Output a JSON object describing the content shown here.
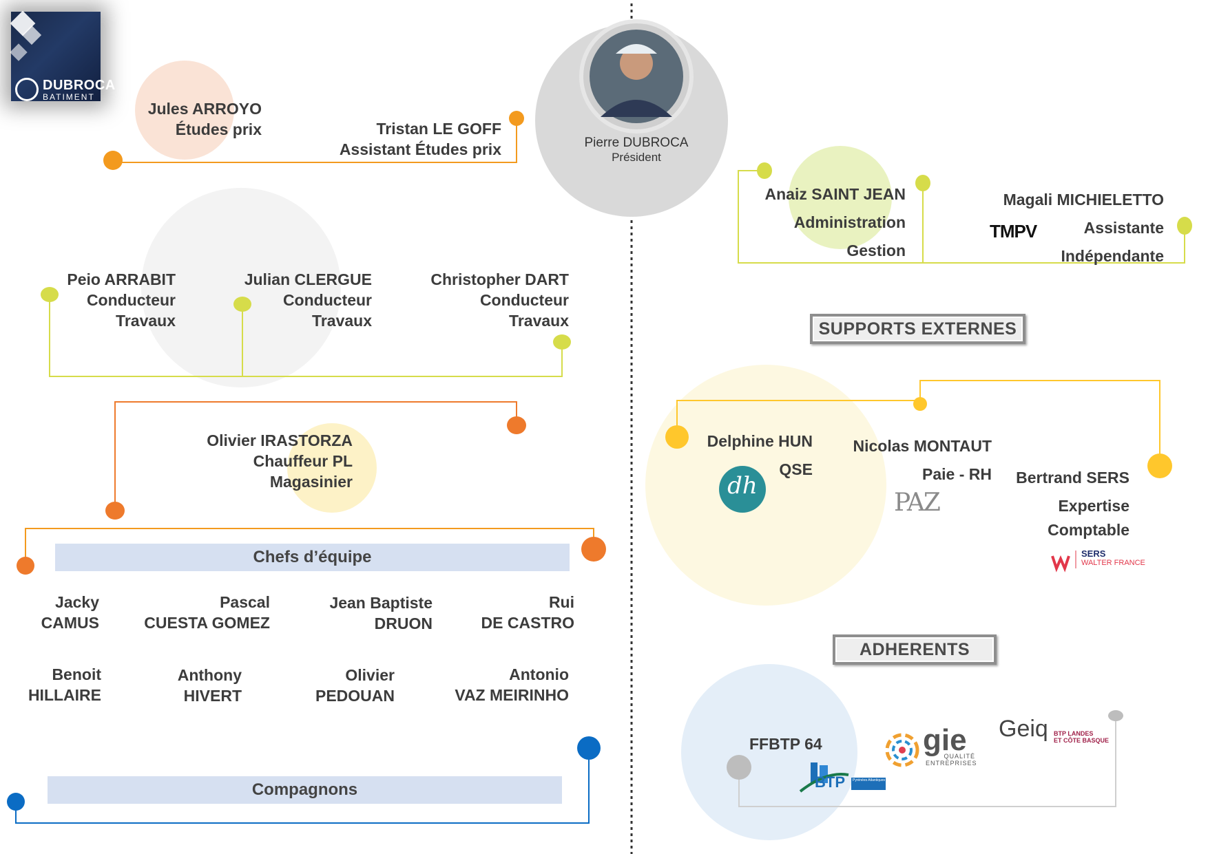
{
  "company": {
    "logo_name": "DUBROCA",
    "logo_sub": "BATIMENT"
  },
  "president": {
    "name": "Pierre DUBROCA",
    "title": "Président"
  },
  "estimating": {
    "jules": {
      "name": "Jules ARROYO",
      "role": "Études prix"
    },
    "tristan": {
      "name": "Tristan LE GOFF",
      "role": "Assistant Études prix"
    }
  },
  "admin": {
    "anaiz": {
      "name": "Anaiz SAINT JEAN",
      "role1": "Administration",
      "role2": "Gestion"
    },
    "magali": {
      "name": "Magali MICHIELETTO",
      "role1": "Assistante",
      "role2": "Indépendante",
      "logo": "TMPV"
    }
  },
  "conducteurs": [
    {
      "name": "Peio ARRABIT",
      "role1": "Conducteur",
      "role2": "Travaux"
    },
    {
      "name": "Julian CLERGUE",
      "role1": "Conducteur",
      "role2": "Travaux"
    },
    {
      "name": "Christopher DART",
      "role1": "Conducteur",
      "role2": "Travaux"
    }
  ],
  "olivier": {
    "name": "Olivier IRASTORZA",
    "role1": "Chauffeur PL",
    "role2": "Magasinier"
  },
  "chefs": {
    "label": "Chefs d’équipe",
    "people": [
      {
        "first": "Jacky",
        "last": "CAMUS"
      },
      {
        "first": "Pascal",
        "last": "CUESTA GOMEZ"
      },
      {
        "first": "Jean Baptiste",
        "last": "DRUON"
      },
      {
        "first": "Rui",
        "last": "DE CASTRO"
      },
      {
        "first": "Benoit",
        "last": "HILLAIRE"
      },
      {
        "first": "Anthony",
        "last": "HIVERT"
      },
      {
        "first": "Olivier",
        "last": "PEDOUAN"
      },
      {
        "first": "Antonio",
        "last": "VAZ MEIRINHO"
      }
    ]
  },
  "compagnons": {
    "label": "Compagnons"
  },
  "supports": {
    "header": "SUPPORTS EXTERNES",
    "delphine": {
      "name": "Delphine HUN",
      "role": "QSE",
      "logo": "dh"
    },
    "nicolas": {
      "name": "Nicolas MONTAUT",
      "role": "Paie - RH",
      "logo": "PAZ"
    },
    "bertrand": {
      "name": "Bertrand SERS",
      "role1": "Expertise",
      "role2": "Comptable",
      "logo1": "SERS",
      "logo2": "WALTER FRANCE"
    }
  },
  "adherents": {
    "header": "ADHERENTS",
    "ffbtp": {
      "name": "FFBTP 64",
      "logo": "BTP",
      "logo_sub": "Pyrénées Atlantiques"
    },
    "gie": {
      "logo": "gie",
      "sub1": "QUALITÉ",
      "sub2": "ENTREPRISES"
    },
    "geiq": {
      "logo": "Geiq",
      "sub1": "BTP LANDES",
      "sub2": "ET CÔTE BASQUE"
    }
  },
  "colors": {
    "orange": "#f39a1e",
    "lime": "#d6dc4a",
    "darkorange": "#ee7a2c",
    "blue": "#0b6cc4",
    "yellow": "#ffc72c",
    "gray": "#bdbdbd"
  }
}
